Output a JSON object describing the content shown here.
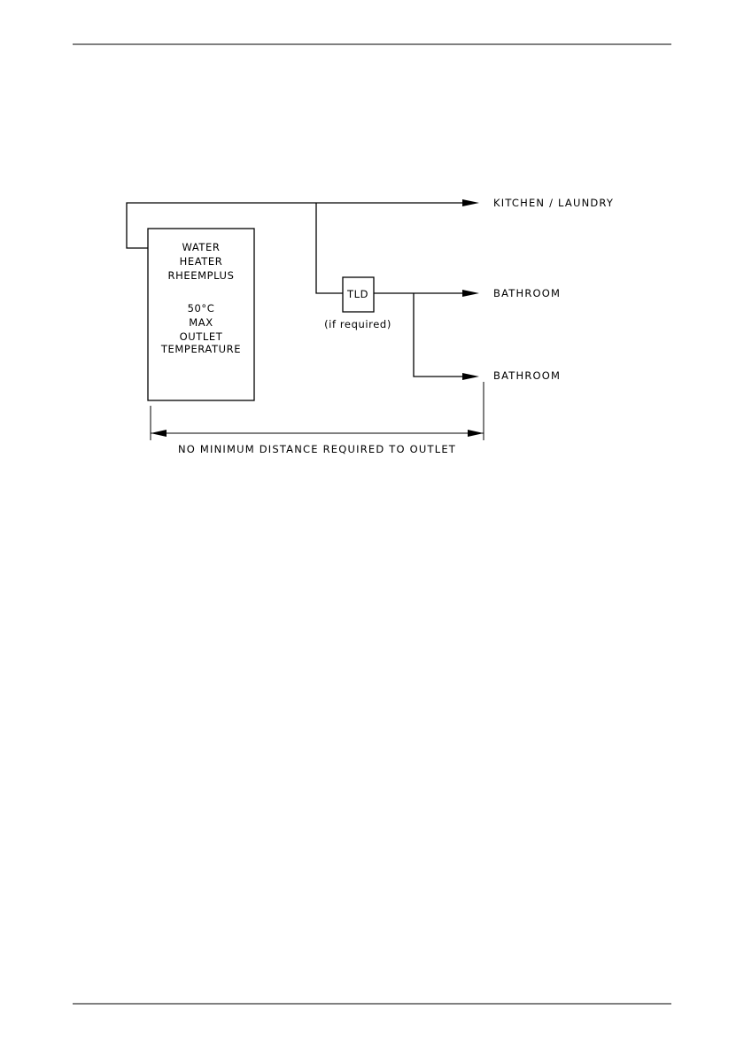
{
  "heater": {
    "lines": [
      "WATER",
      "HEATER",
      "RHEEMPLUS",
      "50°C",
      "MAX",
      "OUTLET",
      "TEMPERATURE"
    ]
  },
  "tld": {
    "label": "TLD",
    "note": "(if required)"
  },
  "outlets": {
    "kitchen": "KITCHEN / LAUNDRY",
    "bathroom_1": "BATHROOM",
    "bathroom_2": "BATHROOM"
  },
  "distance_note": "NO MINIMUM DISTANCE REQUIRED TO OUTLET"
}
